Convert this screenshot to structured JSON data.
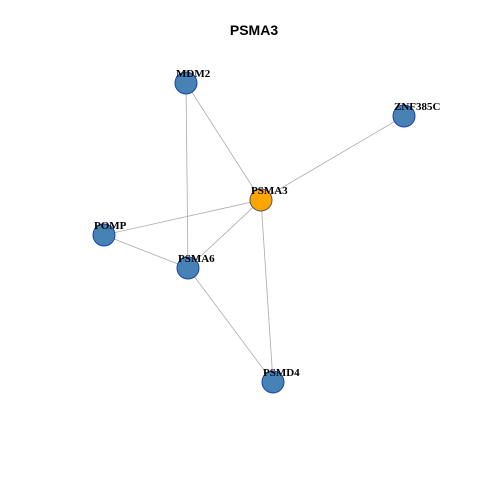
{
  "title": "PSMA3",
  "colors": {
    "focus_node": "#FFA500",
    "focus_stroke": "#555555",
    "neighbor_node": "#4682B4",
    "neighbor_stroke": "#1E3FB0",
    "edge": "#AAAAAA"
  },
  "nodes": [
    {
      "id": "PSMA3",
      "label": "PSMA3",
      "focus": true
    },
    {
      "id": "MDM2",
      "label": "MDM2",
      "focus": false
    },
    {
      "id": "ZNF385C",
      "label": "ZNF385C",
      "focus": false
    },
    {
      "id": "POMP",
      "label": "POMP",
      "focus": false
    },
    {
      "id": "PSMA6",
      "label": "PSMA6",
      "focus": false
    },
    {
      "id": "PSMD4",
      "label": "PSMD4",
      "focus": false
    }
  ],
  "edges": [
    [
      "MDM2",
      "PSMA3"
    ],
    [
      "MDM2",
      "PSMA6"
    ],
    [
      "ZNF385C",
      "PSMA3"
    ],
    [
      "PSMA3",
      "POMP"
    ],
    [
      "PSMA3",
      "PSMA6"
    ],
    [
      "PSMA3",
      "PSMD4"
    ],
    [
      "POMP",
      "PSMA6"
    ],
    [
      "PSMA6",
      "PSMD4"
    ]
  ]
}
